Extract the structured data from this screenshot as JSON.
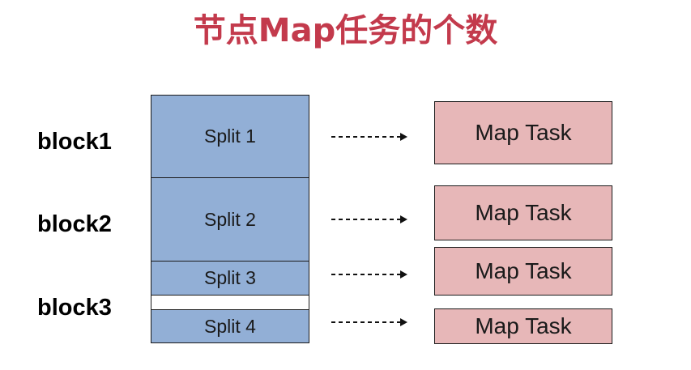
{
  "title": "节点Map任务的个数",
  "colors": {
    "title": "#c33a4c",
    "split_fill": "#92afd6",
    "task_fill": "#e7b7b8",
    "arrow": "#111111"
  },
  "blocks": [
    {
      "label": "block1"
    },
    {
      "label": "block2"
    },
    {
      "label": "block3"
    }
  ],
  "splits": [
    {
      "label": "Split 1"
    },
    {
      "label": "Split 2"
    },
    {
      "label": "Split 3"
    },
    {
      "label": "Split 4"
    }
  ],
  "tasks": [
    {
      "label": "Map Task"
    },
    {
      "label": "Map Task"
    },
    {
      "label": "Map Task"
    },
    {
      "label": "Map Task"
    }
  ]
}
